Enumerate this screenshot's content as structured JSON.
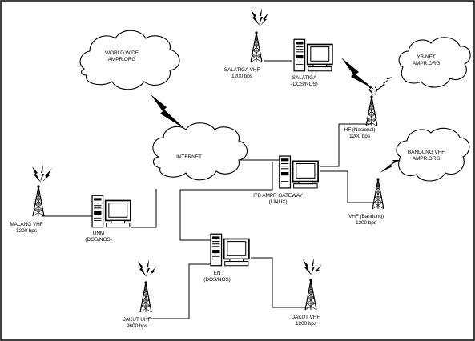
{
  "clouds": {
    "world_wide": [
      "WORLD WIDE",
      "AMPR.ORG"
    ],
    "internet": [
      "INTERNET"
    ],
    "yb_net": [
      "YB-NET",
      "AMPR.ORG"
    ],
    "bandung": [
      "BANDUNG VHF",
      "AMPR.ORG"
    ]
  },
  "computers": {
    "salatiga": [
      "SALATIGA",
      "(DOS/NOS)"
    ],
    "itb_gateway": [
      "ITB AMPR GATEWAY",
      "(LINUX)"
    ],
    "unm": [
      "UNM",
      "(DOS/NOS)"
    ],
    "en": [
      "EN",
      "(DOS/NOS)"
    ]
  },
  "antennas": {
    "salatiga_vhf": [
      "SALATIGA VHF",
      "1200 bps"
    ],
    "hf_nasional": [
      "HF (Nasional)",
      "1200 bps"
    ],
    "vhf_bandung": [
      "VHF (Bandung)",
      "1200 bps"
    ],
    "malang_vhf": [
      "MALANG VHF",
      "1200 bps"
    ],
    "jakut_uhf": [
      "JAKUT UHF",
      "9600 bps"
    ],
    "jakut_vhf": [
      "JAKUT VHF",
      "1200 bps"
    ]
  }
}
